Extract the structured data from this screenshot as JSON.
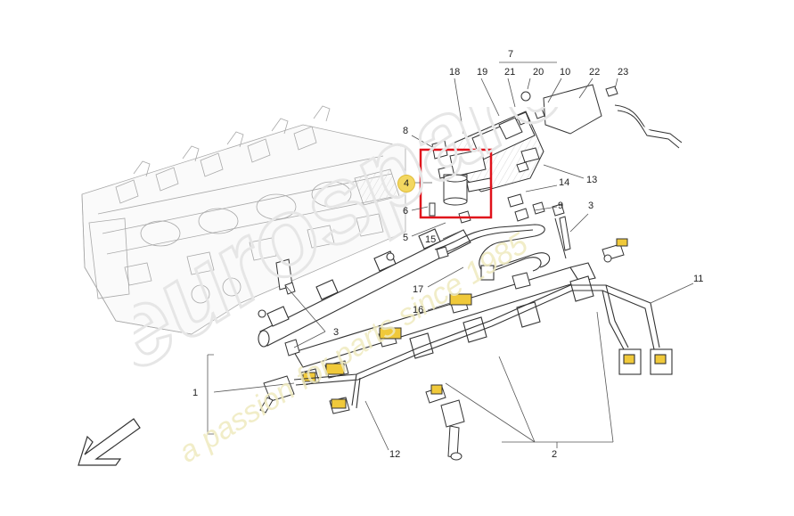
{
  "callouts": {
    "c1": "1",
    "c2": "2",
    "c3a": "3",
    "c3b": "3",
    "c4": "4",
    "c5": "5",
    "c6": "6",
    "c7": "7",
    "c8": "8",
    "c9": "9",
    "c10": "10",
    "c11": "11",
    "c12": "12",
    "c13": "13",
    "c14": "14",
    "c15": "15",
    "c16": "16",
    "c17": "17",
    "c18": "18",
    "c19": "19",
    "c20": "20",
    "c21": "21",
    "c22": "22",
    "c23": "23"
  },
  "highlight": {
    "part_number": "4",
    "box_color": "#e0121b",
    "badge_color": "#f3d760"
  },
  "watermark": {
    "brand": "eurospares",
    "tagline": "a passion for parts since 1985"
  }
}
